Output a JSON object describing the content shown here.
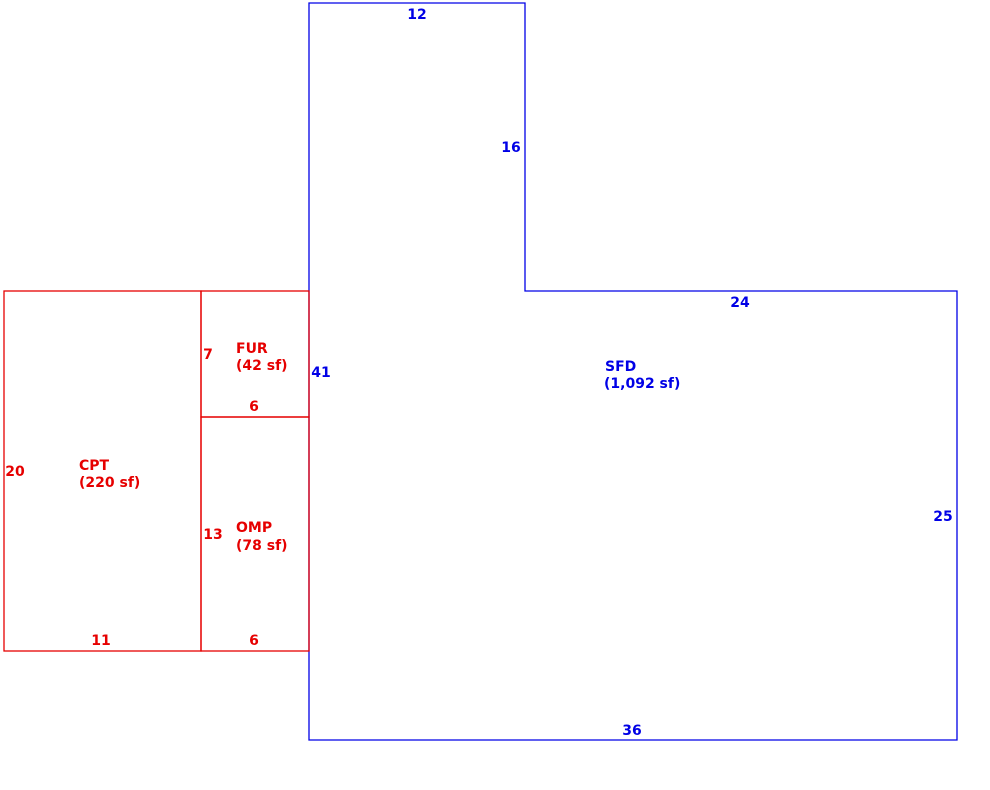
{
  "colors": {
    "red": "#e60000",
    "blue": "#0000e6"
  },
  "areas": {
    "sfd": {
      "name": "SFD",
      "area": "(1,092 sf)"
    },
    "cpt": {
      "name": "CPT",
      "area": "(220 sf)"
    },
    "fur": {
      "name": "FUR",
      "area": "(42 sf)"
    },
    "omp": {
      "name": "OMP",
      "area": "(78 sf)"
    }
  },
  "dimensions": {
    "sfd_top": "12",
    "sfd_upper_right": "16",
    "sfd_step": "24",
    "sfd_left": "41",
    "sfd_right": "25",
    "sfd_bottom": "36",
    "fur_left": "7",
    "fur_bottom": "6",
    "omp_left": "13",
    "omp_bottom": "6",
    "cpt_left": "20",
    "cpt_bottom": "11"
  }
}
